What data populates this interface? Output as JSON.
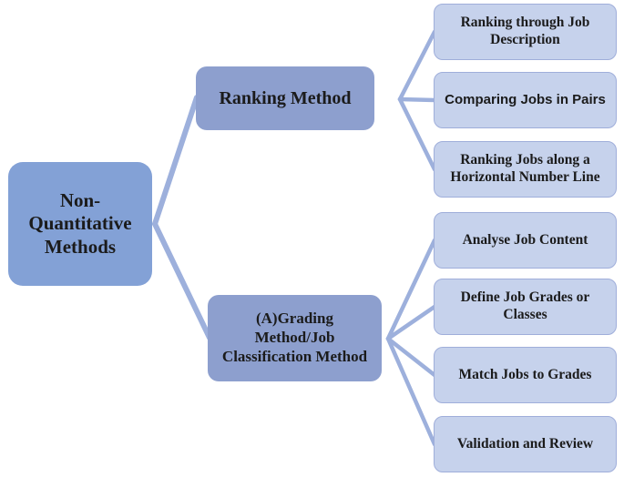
{
  "diagram": {
    "title": "Non-Quantitative Methods hierarchy",
    "root": {
      "label": "Non-\nQuantitative\nMethods"
    },
    "branches": [
      {
        "label": "Ranking Method",
        "children": [
          "Ranking through Job Description",
          "Comparing Jobs in Pairs",
          "Ranking Jobs along a\nHorizontal Number Line"
        ]
      },
      {
        "label": "(A)Grading\nMethod/Job\nClassification Method",
        "children": [
          "Analyse Job Content",
          "Define Job Grades or\nClasses",
          "Match Jobs to Grades",
          "Validation and Review"
        ]
      }
    ],
    "colors": {
      "root_fill": "#83A1D6",
      "branch_fill": "#8D9FCE",
      "leaf_fill": "#C6D2EC",
      "leaf_border": "#9FAEDA",
      "connector": "#9DB0DC",
      "text": "#1B1B1B",
      "background": "#FFFFFF"
    }
  }
}
